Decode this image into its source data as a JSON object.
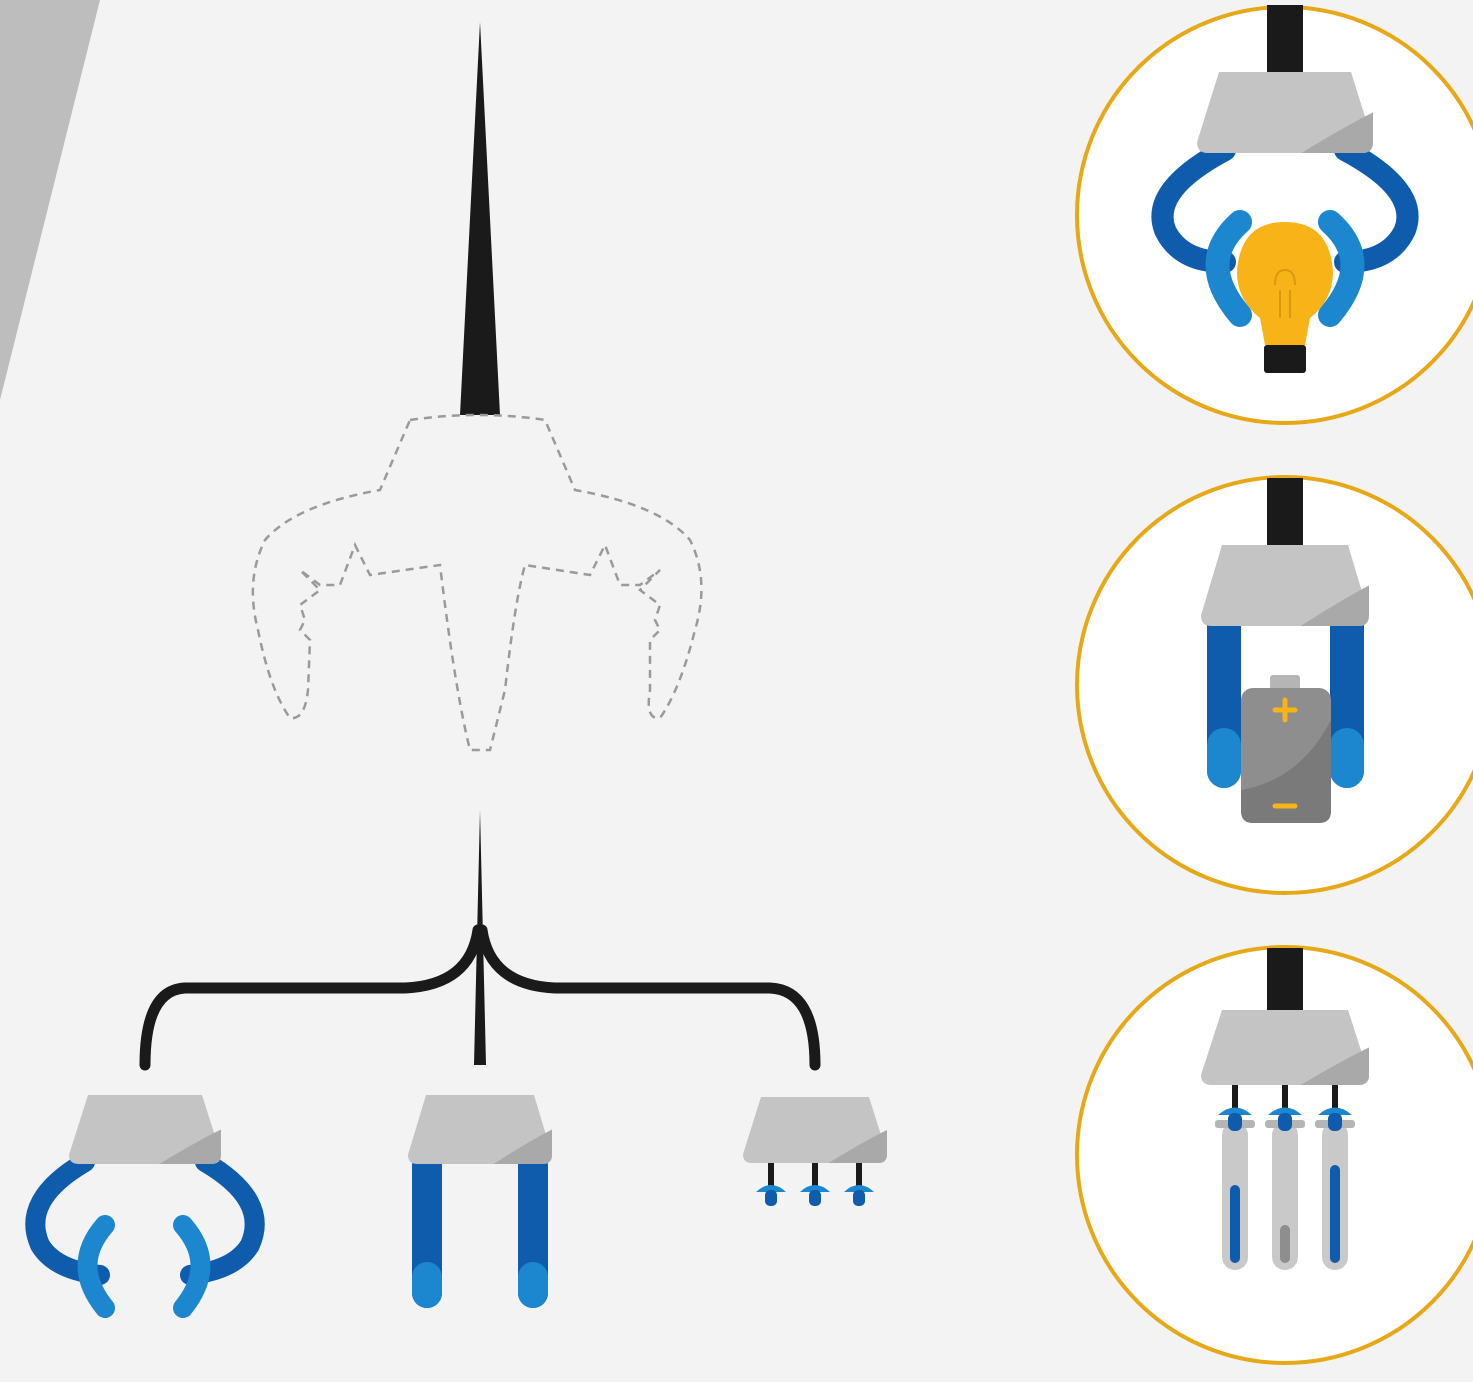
{
  "colors": {
    "background": "#f3f3f4",
    "side_band": "#bdbdbd",
    "stem": "#1a1a1a",
    "gripper_base": "#c4c4c4",
    "gripper_base_highlight": "#a9a9a9",
    "finger_dark": "#0f5cad",
    "finger_light": "#1c87cf",
    "ring": "#e6a817",
    "circle_fill": "#ffffff",
    "bulb": "#f7b318",
    "battery": "#8e8e8e",
    "dashed_outline": "#9a9a9a"
  },
  "diagram": {
    "hand_outline": "dashed-robot-hand-outline",
    "end_effectors": [
      {
        "name": "curved-claw-gripper",
        "icon": "claw-gripper-icon"
      },
      {
        "name": "parallel-finger-gripper",
        "icon": "parallel-gripper-icon"
      },
      {
        "name": "suction-cup-gripper",
        "icon": "suction-gripper-icon"
      }
    ],
    "examples": [
      {
        "name": "claw-holding-bulb",
        "object_icon": "light-bulb-icon"
      },
      {
        "name": "parallel-holding-battery",
        "object_icon": "battery-icon"
      },
      {
        "name": "suction-holding-tubes",
        "object_icon": "test-tubes-icon"
      }
    ]
  }
}
